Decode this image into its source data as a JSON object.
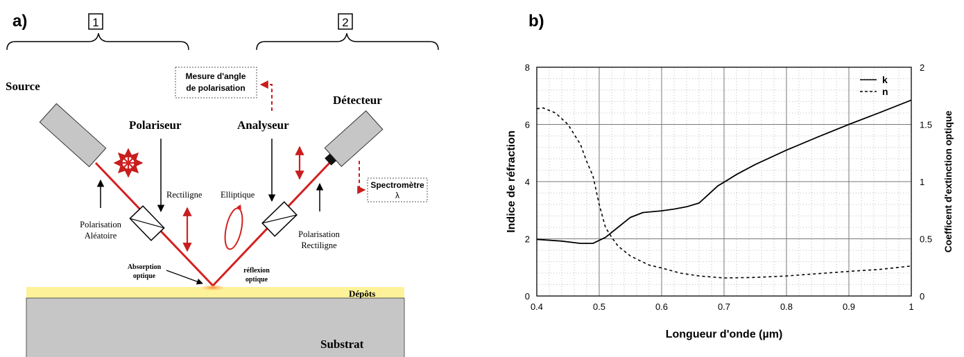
{
  "panel_a": {
    "label": "a)",
    "group1_number": "1",
    "group2_number": "2",
    "source": "Source",
    "polariseur": "Polariseur",
    "polarisation_aleatoire_1": "Polarisation",
    "polarisation_aleatoire_2": "Aléatoire",
    "rectiligne": "Rectiligne",
    "elliptique": "Elliptique",
    "analyseur": "Analyseur",
    "detecteur": "Détecteur",
    "polarisation_rectiligne_1": "Polarisation",
    "polarisation_rectiligne_2": "Rectiligne",
    "mesure_angle_1": "Mesure d'angle",
    "mesure_angle_2": "de polarisation",
    "spectrometre_1": "Spectromètre",
    "spectrometre_2": "λ",
    "absorption_1": "Absorption",
    "absorption_2": "optique",
    "reflexion_1": "réflexion",
    "reflexion_2": "optique",
    "depots": "Dépôts",
    "substrat": "Substrat",
    "colors": {
      "beam": "#d42020",
      "dashed": "#c81e1e",
      "depot_layer": "#fdf29a",
      "substrate": "#c6c6c6",
      "device": "#c6c6c6"
    }
  },
  "panel_b": {
    "label": "b)",
    "chart_data": {
      "type": "line",
      "xlabel": "Longueur d'onde (µm)",
      "ylabel_left": "Indice de réfraction",
      "ylabel_right": "Coefficent d'extinction optique",
      "xlim": [
        0.4,
        1.0
      ],
      "ylim_left": [
        0,
        8
      ],
      "ylim_right": [
        0,
        2
      ],
      "x_ticks": [
        "0.4",
        "0.5",
        "0.6",
        "0.7",
        "0.8",
        "0.9",
        "1"
      ],
      "y_left_ticks": [
        "0",
        "2",
        "4",
        "6",
        "8"
      ],
      "y_right_ticks": [
        "0",
        "0.5",
        "1",
        "1.5",
        "2"
      ],
      "grid": true,
      "legend_position": "top-right",
      "series": [
        {
          "name": "k",
          "style": "solid",
          "axis": "left",
          "x": [
            0.4,
            0.44,
            0.47,
            0.49,
            0.51,
            0.53,
            0.55,
            0.57,
            0.6,
            0.62,
            0.64,
            0.66,
            0.675,
            0.69,
            0.7,
            0.72,
            0.75,
            0.8,
            0.85,
            0.9,
            0.95,
            1.0
          ],
          "y": [
            1.98,
            1.92,
            1.84,
            1.84,
            2.05,
            2.4,
            2.75,
            2.92,
            2.98,
            3.04,
            3.12,
            3.25,
            3.55,
            3.85,
            3.98,
            4.25,
            4.6,
            5.1,
            5.56,
            6.0,
            6.42,
            6.85
          ]
        },
        {
          "name": "n",
          "style": "dashed",
          "axis": "left",
          "x": [
            0.4,
            0.41,
            0.43,
            0.45,
            0.47,
            0.48,
            0.49,
            0.5,
            0.51,
            0.52,
            0.53,
            0.55,
            0.58,
            0.6,
            0.63,
            0.66,
            0.7,
            0.75,
            0.8,
            0.85,
            0.9,
            0.95,
            1.0
          ],
          "y": [
            6.55,
            6.58,
            6.4,
            6.0,
            5.3,
            4.7,
            4.2,
            3.2,
            2.4,
            2.05,
            1.75,
            1.4,
            1.08,
            0.98,
            0.8,
            0.7,
            0.63,
            0.65,
            0.7,
            0.78,
            0.86,
            0.93,
            1.05
          ]
        }
      ]
    }
  }
}
